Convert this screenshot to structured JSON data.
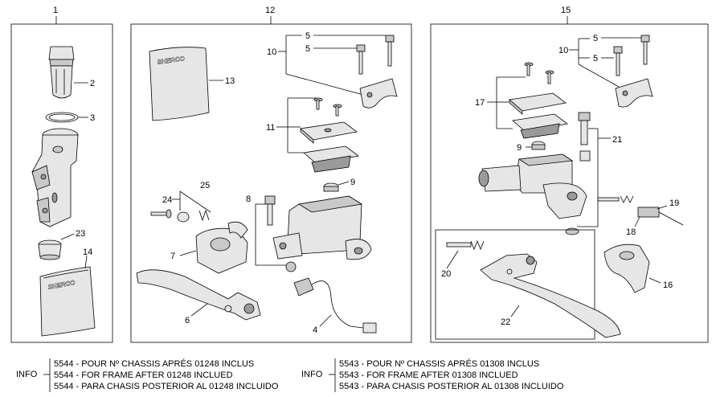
{
  "panels": [
    {
      "id": "1",
      "label": "1"
    },
    {
      "id": "12",
      "label": "12"
    },
    {
      "id": "15",
      "label": "15"
    }
  ],
  "parts": {
    "p2": "2",
    "p3": "3",
    "p23": "23",
    "p14": "14",
    "p13": "13",
    "p5a": "5",
    "p5b": "5",
    "p10": "10",
    "p11": "11",
    "p9": "9",
    "p8": "8",
    "p24": "24",
    "p25": "25",
    "p7": "7",
    "p6": "6",
    "p4": "4",
    "q5a": "5",
    "q5b": "5",
    "q10": "10",
    "q17": "17",
    "q9": "9",
    "q21": "21",
    "q19": "19",
    "q18": "18",
    "q20": "20",
    "q16": "16",
    "q22": "22"
  },
  "brand_text": "SHERCO",
  "info_blocks": [
    {
      "tag": "INFO",
      "lines": [
        "5544 - POUR Nº CHASSIS APRÉS 01248 INCLUS",
        "5544 - FOR FRAME AFTER 01248 INCLUED",
        "5544 - PARA CHASIS POSTERIOR AL 01248 INCLUIDO"
      ]
    },
    {
      "tag": "INFO",
      "lines": [
        "5543 - POUR Nº CHASSIS APRÉS 01308 INCLUS",
        "5543 - FOR FRAME AFTER 01308 INCLUED",
        "5543 - PARA CHASIS POSTERIOR AL 01308 INCLUIDO"
      ]
    }
  ]
}
